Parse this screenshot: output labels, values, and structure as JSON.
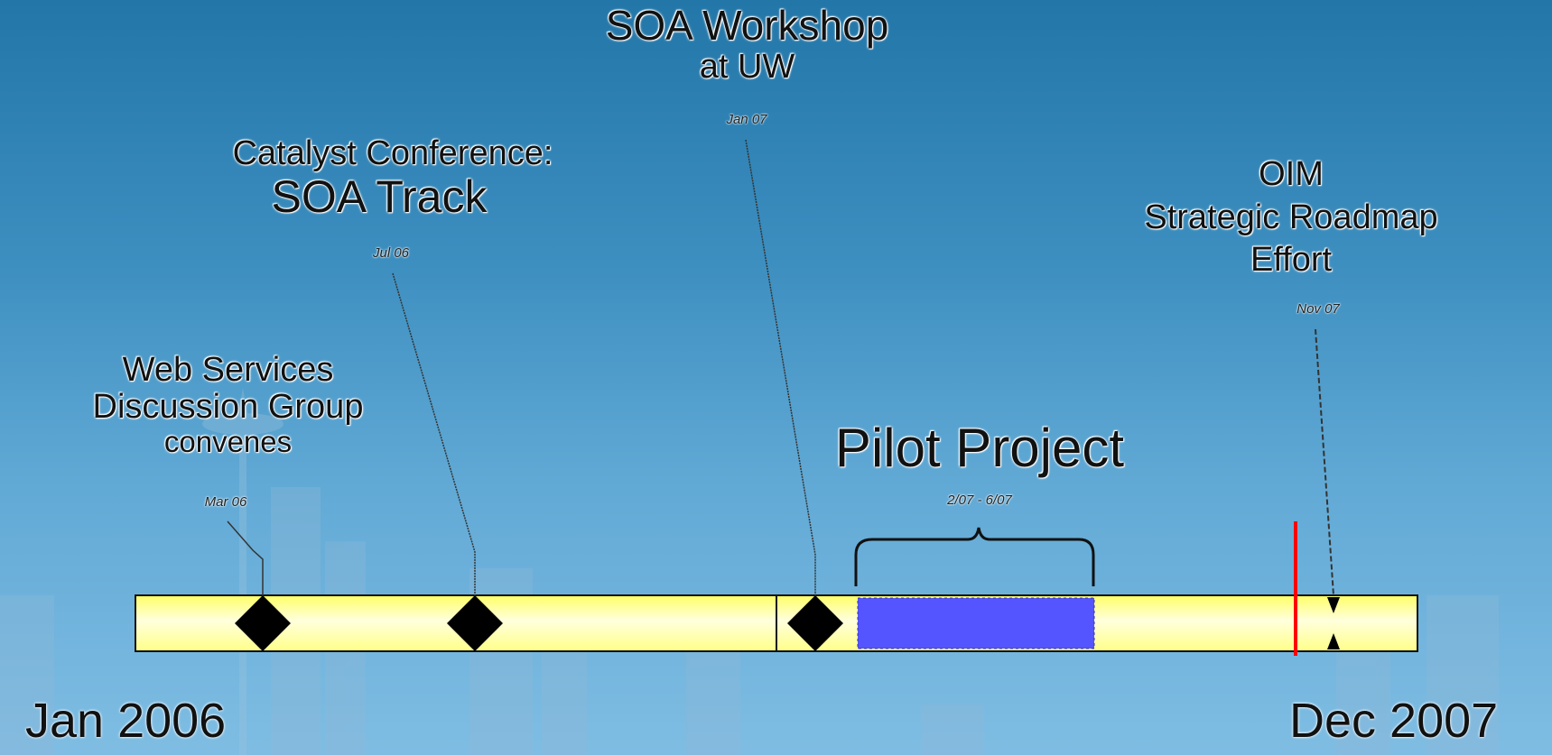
{
  "timeline": {
    "start_label": "Jan 2006",
    "end_label": "Dec 2007",
    "bar_color": "#ffff99",
    "pilot_color": "#5555ff",
    "today_marker_color": "#ff0000"
  },
  "events": [
    {
      "id": "web-services",
      "lines": [
        "Web Services",
        "Discussion Group",
        "convenes"
      ],
      "date": "Mar 06"
    },
    {
      "id": "catalyst",
      "lines": [
        "Catalyst Conference:",
        "SOA Track"
      ],
      "date": "Jul 06"
    },
    {
      "id": "soa-workshop",
      "lines": [
        "SOA Workshop",
        "at UW"
      ],
      "date": "Jan 07"
    },
    {
      "id": "oim",
      "lines": [
        "OIM",
        "Strategic Roadmap",
        "Effort"
      ],
      "date": "Nov 07"
    }
  ],
  "pilot": {
    "title": "Pilot Project",
    "date": "2/07 - 6/07"
  }
}
